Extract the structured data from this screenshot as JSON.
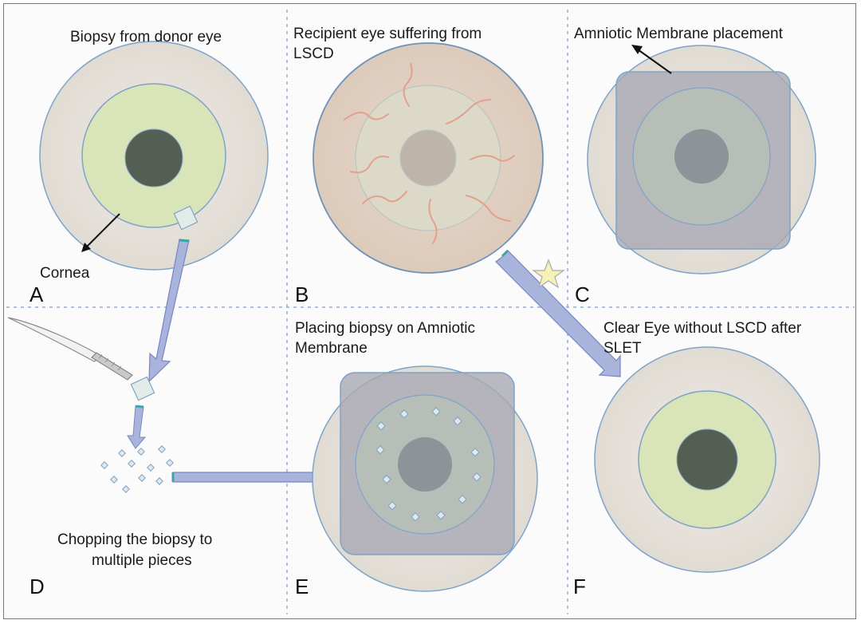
{
  "panels": {
    "A": {
      "letter": "A",
      "title": "Biopsy from donor eye",
      "callout": "Cornea"
    },
    "B": {
      "letter": "B",
      "title_line1": "Recipient eye suffering from",
      "title_line2": "LSCD"
    },
    "C": {
      "letter": "C",
      "title": "Amniotic Membrane placement"
    },
    "D": {
      "letter": "D",
      "caption_line1": "Chopping the biopsy to",
      "caption_line2": "multiple pieces"
    },
    "E": {
      "letter": "E",
      "title_line1": "Placing biopsy on Amniotic",
      "title_line2": "Membrane"
    },
    "F": {
      "letter": "F",
      "title_line1": "Clear Eye without LSCD after",
      "title_line2": "SLET"
    }
  },
  "colors": {
    "sclera": "#e6e1d9",
    "cornea_healthy": "#d9e4b8",
    "pupil": "#555e52",
    "cornea_diseased": "#e4d3c5",
    "vessels": "#e3a08e",
    "membrane": "#a9a9b4",
    "arrow": "#a9b4dd",
    "divider": "#8fb0d3",
    "star": "#f6f2b3"
  },
  "icons": [
    "scalpel-icon",
    "star-icon",
    "arrow-icon"
  ]
}
